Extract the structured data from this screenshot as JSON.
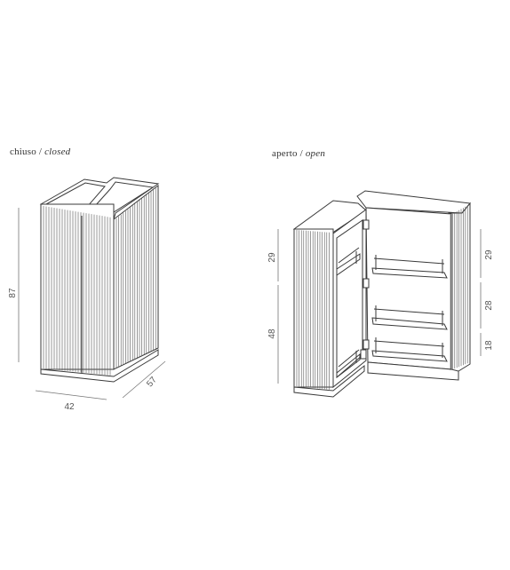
{
  "captions": {
    "closed": {
      "it": "chiuso",
      "sep": " / ",
      "en": "closed"
    },
    "open": {
      "it": "aperto",
      "sep": " / ",
      "en": "open"
    }
  },
  "dimensions": {
    "closed_height": "87",
    "closed_width": "42",
    "closed_depth": "57",
    "open_left_upper": "29",
    "open_left_lower": "48",
    "open_right_upper": "29",
    "open_right_middle": "28",
    "open_right_lower": "18"
  },
  "colors": {
    "line": "#3a3a3a",
    "dim": "#777777",
    "fill": "#ffffff"
  }
}
